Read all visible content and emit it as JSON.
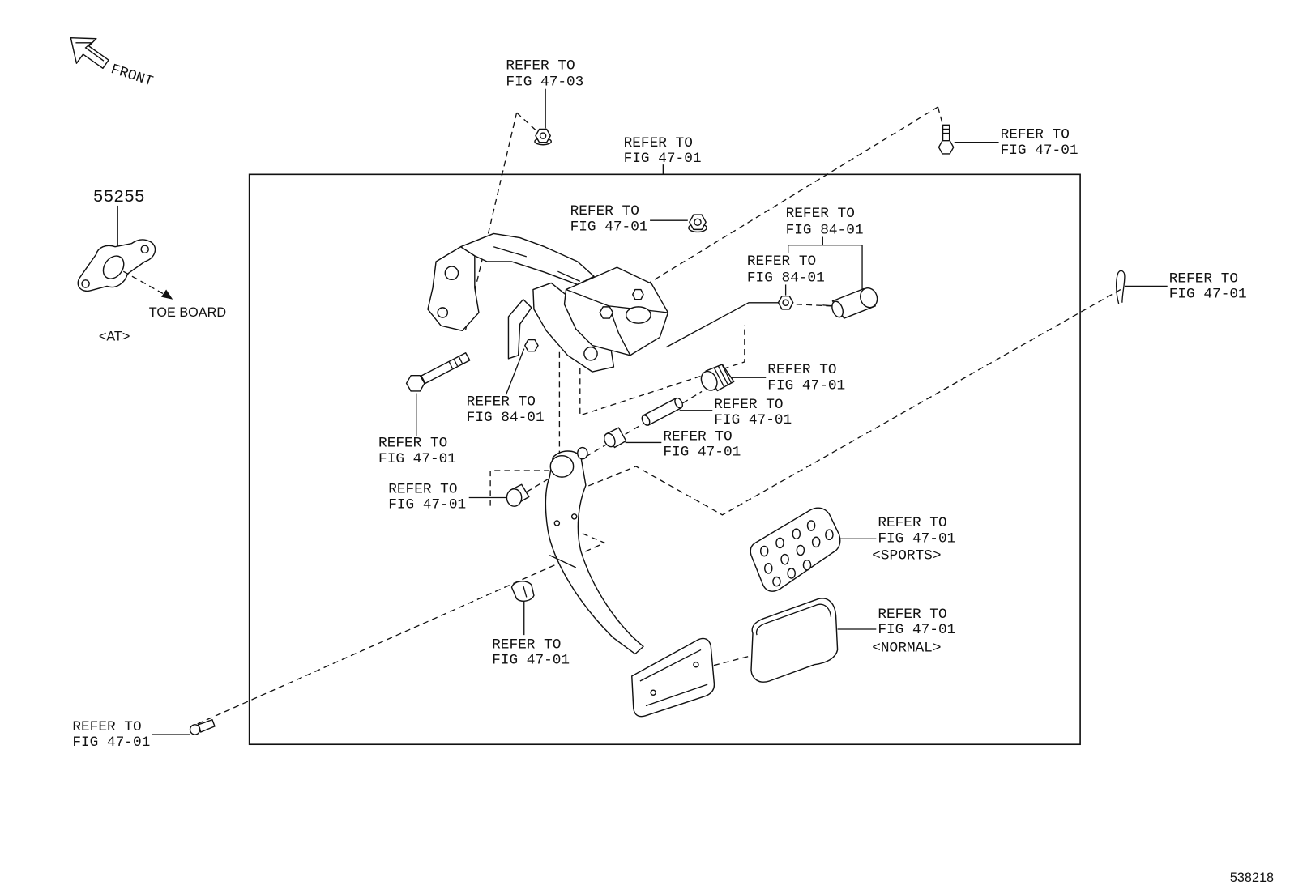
{
  "diagram": {
    "front_label": "FRONT",
    "part_number": "55255",
    "toe_board_label": "TOE BOARD",
    "variant_label": "<AT>",
    "figure_id": "538218"
  },
  "callouts": [
    {
      "line1": "REFER TO",
      "line2": "FIG 47-03"
    },
    {
      "line1": "REFER TO",
      "line2": "FIG 47-01"
    },
    {
      "line1": "REFER TO",
      "line2": "FIG 47-01"
    },
    {
      "line1": "REFER TO",
      "line2": "FIG 47-01"
    },
    {
      "line1": "REFER TO",
      "line2": "FIG 84-01"
    },
    {
      "line1": "REFER TO",
      "line2": "FIG 84-01"
    },
    {
      "line1": "REFER TO",
      "line2": "FIG 47-01"
    },
    {
      "line1": "REFER TO",
      "line2": "FIG 47-01"
    },
    {
      "line1": "REFER TO",
      "line2": "FIG 84-01"
    },
    {
      "line1": "REFER TO",
      "line2": "FIG 47-01"
    },
    {
      "line1": "REFER TO",
      "line2": "FIG 47-01"
    },
    {
      "line1": "REFER TO",
      "line2": "FIG 47-01"
    },
    {
      "line1": "REFER TO",
      "line2": "FIG 47-01"
    },
    {
      "line1": "REFER TO",
      "line2": "FIG 47-01",
      "variant": "<SPORTS>"
    },
    {
      "line1": "REFER TO",
      "line2": "FIG 47-01",
      "variant": "<NORMAL>"
    },
    {
      "line1": "REFER TO",
      "line2": "FIG 47-01"
    },
    {
      "line1": "REFER TO",
      "line2": "FIG 47-01"
    }
  ]
}
